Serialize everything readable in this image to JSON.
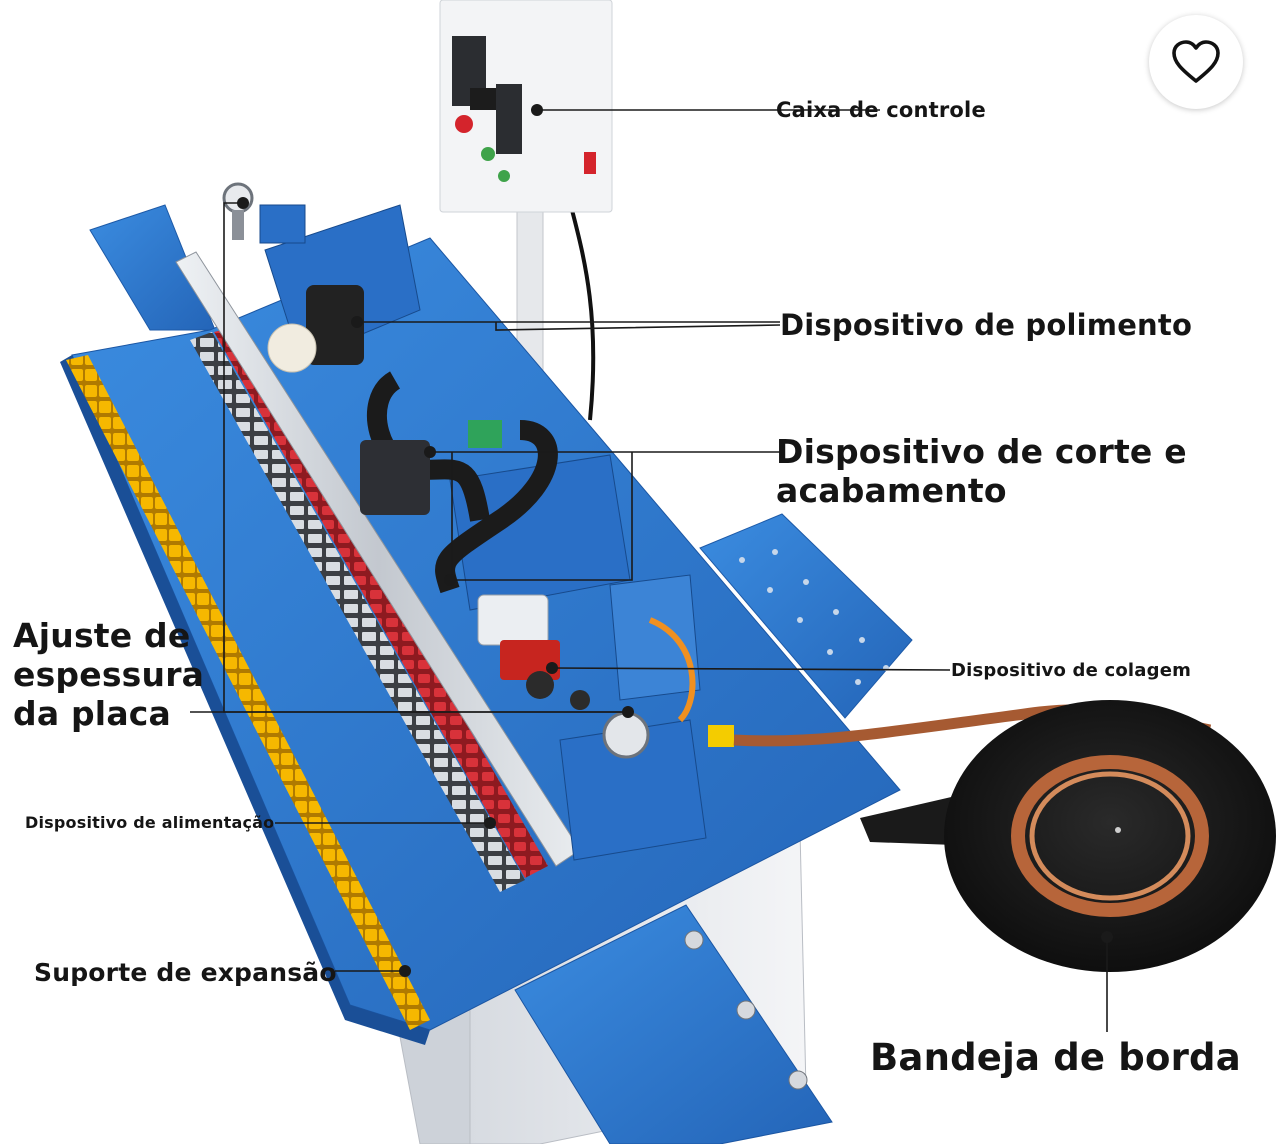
{
  "labels": {
    "caixa": "Caixa de controle",
    "polimento": "Dispositivo de polimento",
    "corte": "Dispositivo de corte e acabamento",
    "colagem": "Dispositivo de colagem",
    "ajuste": "Ajuste de espessura da placa",
    "alimentacao": "Dispositivo de alimentação",
    "suporte": "Suporte de expansão",
    "bandeja": "Bandeja de borda"
  },
  "icons": {
    "favorite": "heart-icon"
  },
  "colors": {
    "table_blue": "#2f7fd3",
    "rail_red": "#c9262d",
    "roller_orange": "#f0a800",
    "edge_tape_copper": "#b8643a",
    "tray_black": "#141414",
    "leader_line": "#1a1a1a"
  }
}
